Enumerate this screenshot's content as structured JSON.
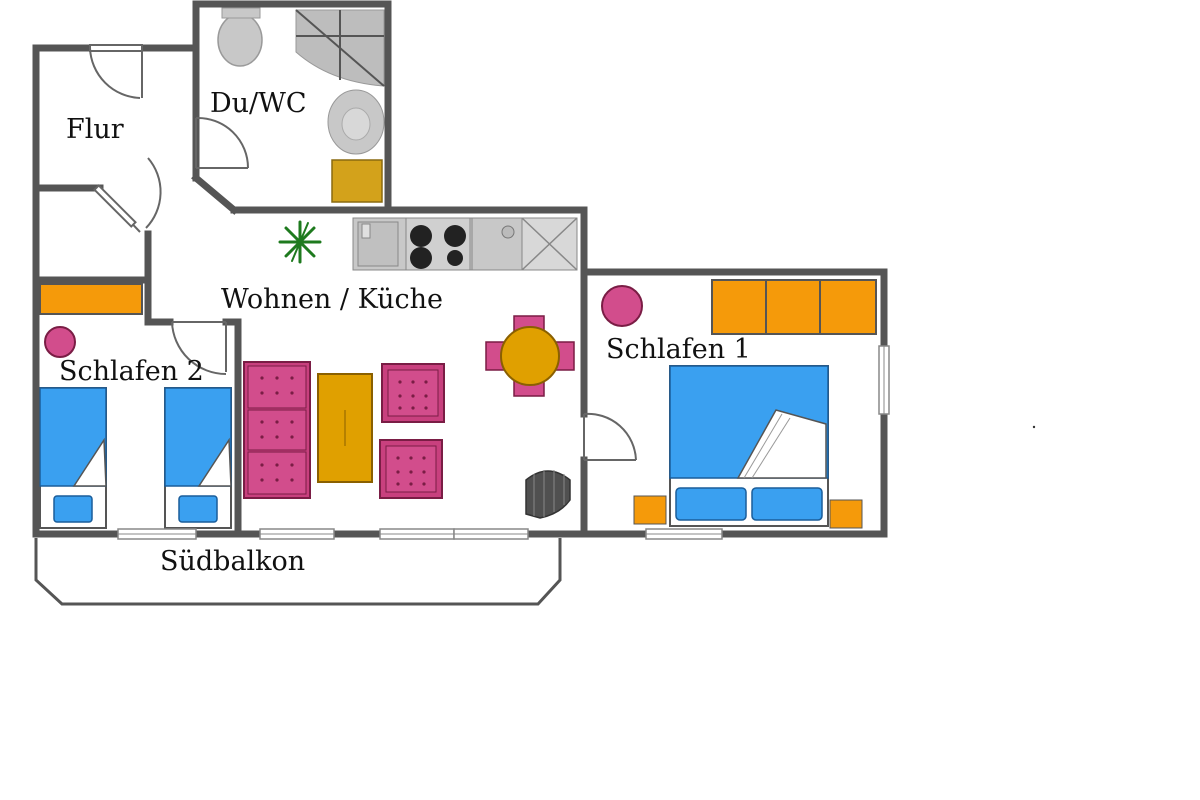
{
  "rooms": {
    "flur": "Flur",
    "bad": "Du/WC",
    "wohnen": "Wohnen / Küche",
    "schlafen1": "Schlafen 1",
    "schlafen2": "Schlafen 2",
    "balkon": "Südbalkon"
  },
  "colors": {
    "wall": "#555555",
    "bed": "#3aa0f0",
    "sofa": "#c8407e",
    "table": "#e0a000",
    "cabinet": "#f59a0a",
    "stool": "#d24d8c",
    "fixture": "#c8c8c8",
    "plant": "#1e7a1e"
  }
}
